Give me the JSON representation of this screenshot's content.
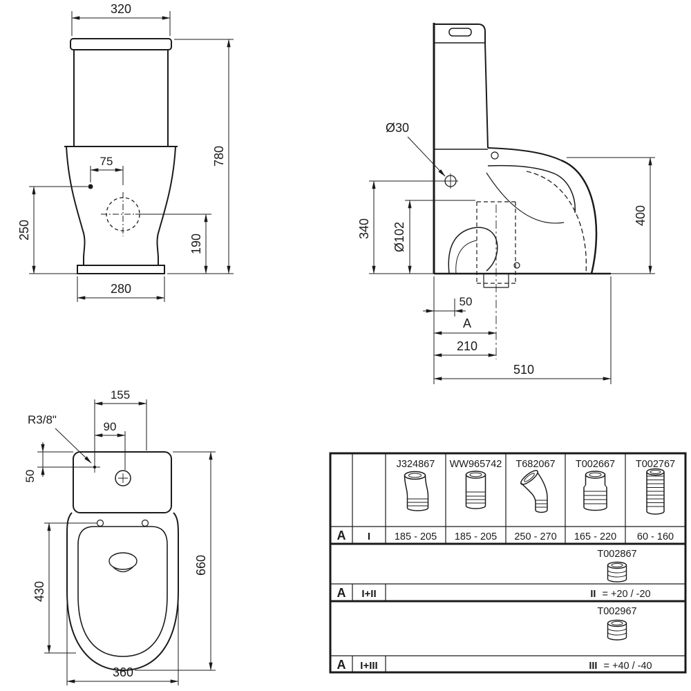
{
  "ink": "#1a1a1a",
  "front_view": {
    "width_top": "320",
    "height_total": "780",
    "hole_offset": "75",
    "hole_height": "250",
    "outlet_height": "190",
    "base_width": "280"
  },
  "side_view": {
    "fixing_hole_dia": "Ø30",
    "inlet_height": "340",
    "outlet_dia": "Ø102",
    "rim_height": "400",
    "wall_offset": "50",
    "dim_a": "A",
    "outlet_center": "210",
    "depth": "510"
  },
  "top_view": {
    "offset_155": "155",
    "inlet_thread": "R3/8\"",
    "offset_90": "90",
    "offset_50": "50",
    "length_total": "660",
    "seat_length": "430",
    "width": "360"
  },
  "table": {
    "col_parts": [
      "J324867",
      "WW965742",
      "T682067",
      "T002667",
      "T002767"
    ],
    "rows": [
      {
        "zone": "A",
        "config": "I",
        "ranges": [
          "185 - 205",
          "185 - 205",
          "250 - 270",
          "165 - 220",
          "60 - 160"
        ]
      },
      {
        "zone": "A",
        "config": "I+II",
        "part": "T002867",
        "note_key": "II",
        "note_val": "= +20 / -20"
      },
      {
        "zone": "A",
        "config": "I+III",
        "part": "T002967",
        "note_key": "III",
        "note_val": "= +40 / -40"
      }
    ]
  }
}
